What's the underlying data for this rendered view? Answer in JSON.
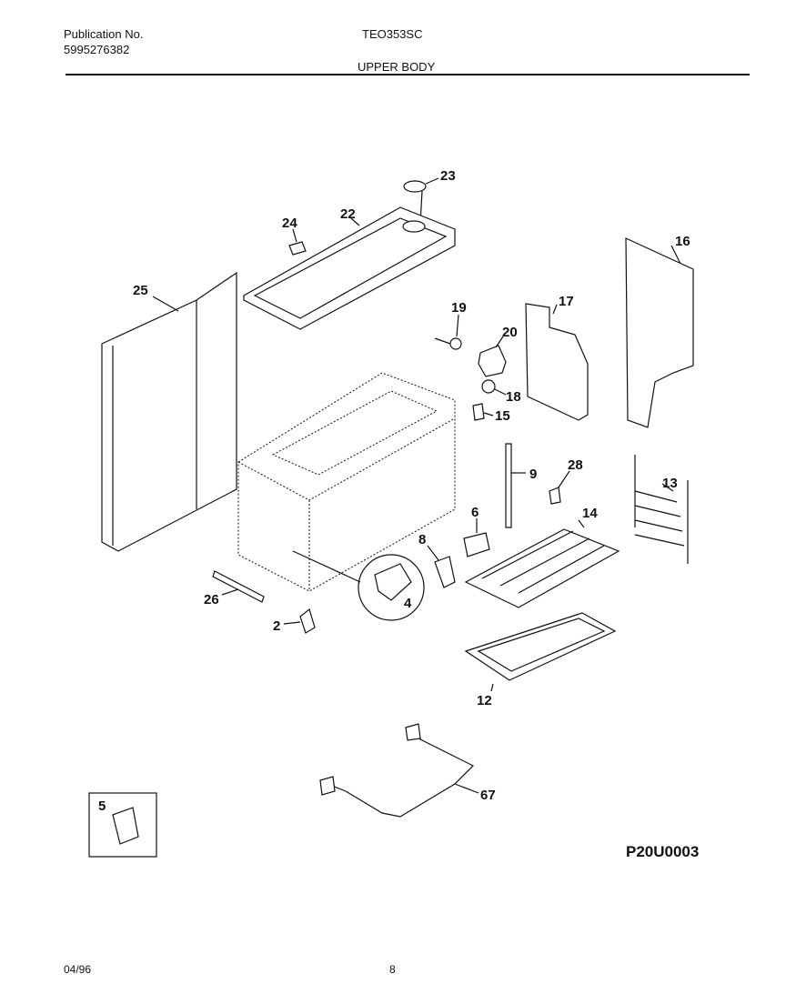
{
  "header": {
    "publication_label": "Publication No.",
    "publication_number": "5995276382",
    "model": "TEO353SC",
    "section": "UPPER BODY"
  },
  "diagram": {
    "code": "P20U0003",
    "callouts": {
      "p23": "23",
      "p24": "24",
      "p22": "22",
      "p16": "16",
      "p25": "25",
      "p19": "19",
      "p17": "17",
      "p20": "20",
      "p18": "18",
      "p15": "15",
      "p9": "9",
      "p28": "28",
      "p13": "13",
      "p6": "6",
      "p14": "14",
      "p8": "8",
      "p4": "4",
      "p26": "26",
      "p2": "2",
      "p12": "12",
      "p67": "67",
      "p5": "5"
    }
  },
  "footer": {
    "date": "04/96",
    "page": "8"
  }
}
